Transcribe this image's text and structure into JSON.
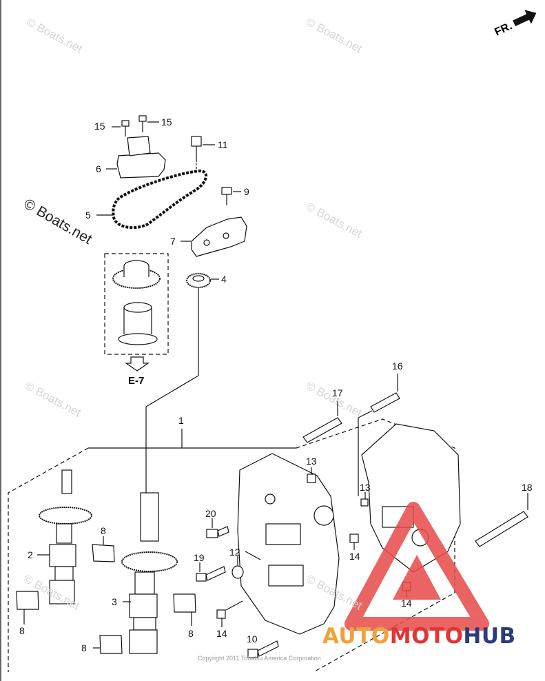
{
  "diagram": {
    "callouts": [
      {
        "id": "c15a",
        "label": "15"
      },
      {
        "id": "c15b",
        "label": "15"
      },
      {
        "id": "c11",
        "label": "11"
      },
      {
        "id": "c6",
        "label": "6"
      },
      {
        "id": "c9",
        "label": "9"
      },
      {
        "id": "c5",
        "label": "5"
      },
      {
        "id": "c7",
        "label": "7"
      },
      {
        "id": "c4",
        "label": "4"
      },
      {
        "id": "c16",
        "label": "16"
      },
      {
        "id": "c17",
        "label": "17"
      },
      {
        "id": "c1",
        "label": "1"
      },
      {
        "id": "c13a",
        "label": "13"
      },
      {
        "id": "c13b",
        "label": "13"
      },
      {
        "id": "c18",
        "label": "18"
      },
      {
        "id": "c20",
        "label": "20"
      },
      {
        "id": "c8a",
        "label": "8"
      },
      {
        "id": "c2",
        "label": "2"
      },
      {
        "id": "c14a",
        "label": "14"
      },
      {
        "id": "c12",
        "label": "12"
      },
      {
        "id": "c19",
        "label": "19"
      },
      {
        "id": "c3",
        "label": "3"
      },
      {
        "id": "c14b",
        "label": "14"
      },
      {
        "id": "c8b",
        "label": "8"
      },
      {
        "id": "c8c",
        "label": "8"
      },
      {
        "id": "c14c",
        "label": "14"
      },
      {
        "id": "c10",
        "label": "10"
      },
      {
        "id": "c8d",
        "label": "8"
      }
    ],
    "reference": "E-7",
    "front_marker": "FR.",
    "watermark": "© Boats.net",
    "watermark_large": "© Boats.net",
    "copyright": "Copyright 2011 Tohatsu America Corporation"
  },
  "brand": {
    "part1": "AUTO",
    "part2": "MOTO",
    "part3": "HUB",
    "colors": {
      "auto": "#f0a23a",
      "moto": "#e23434",
      "hub": "#2b3c7a",
      "triangle": "#e84a4a"
    }
  }
}
